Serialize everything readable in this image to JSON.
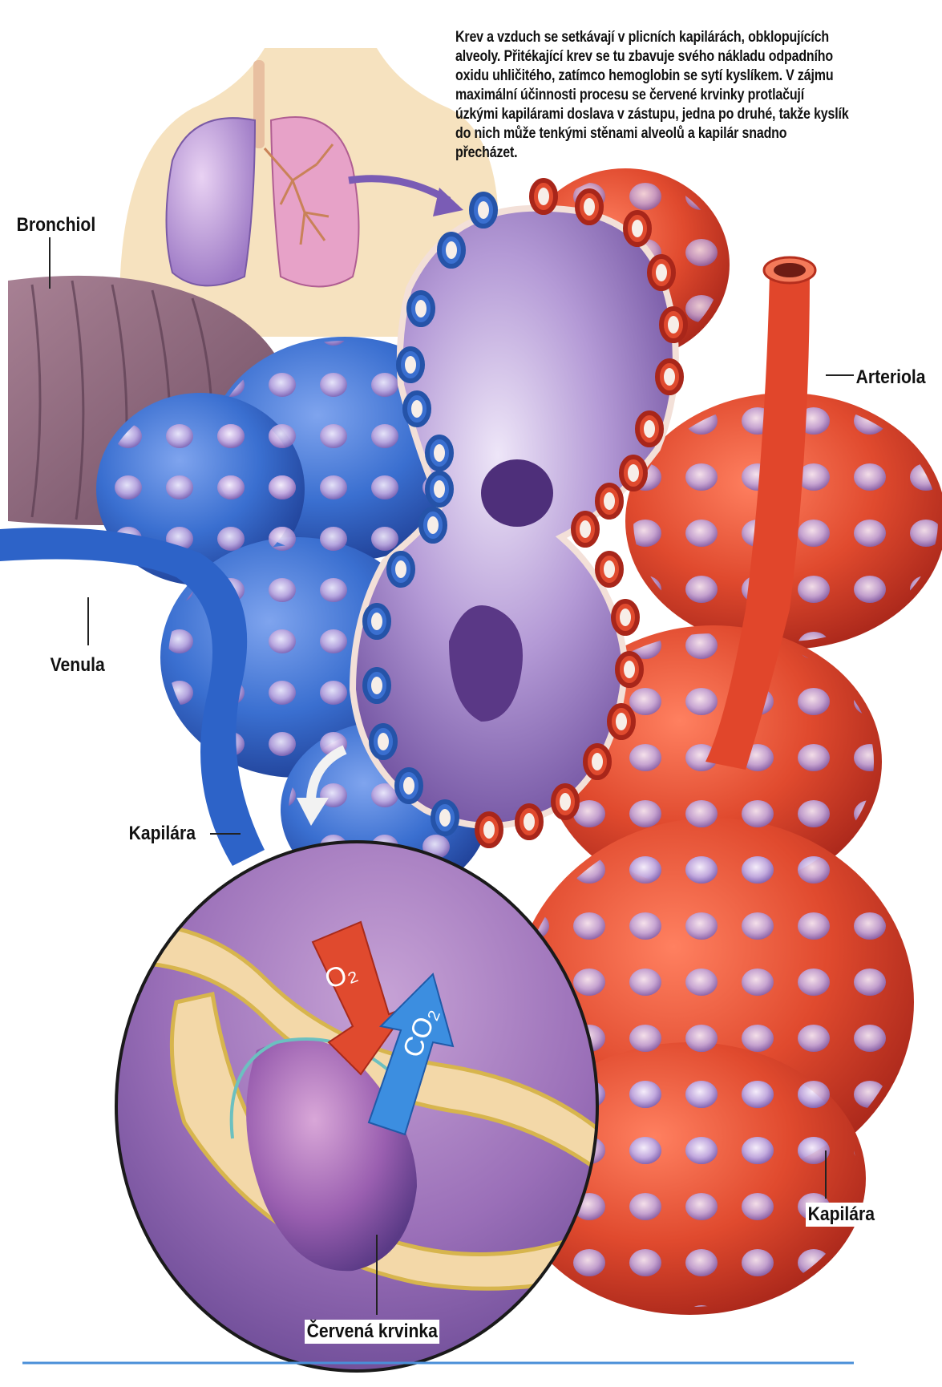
{
  "intro_text": "Krev a vzduch se setkávají v plicních kapilárách, obklopujících alveoly. Přitékající krev se tu zbavuje svého nákladu odpadního oxidu uhličitého, zatímco hemoglobin se sytí kyslíkem. V zájmu maximální účinnosti procesu se červené krvinky protlačují úzkými kapilárami doslava v zástupu, jedna po druhé, takže kyslík do nich může tenkými stěnami alveolů a kapilár snadno přecházet.",
  "labels": {
    "bronchiol": "Bronchiol",
    "arteriola": "Arteriola",
    "venula": "Venula",
    "kapilara_left": "Kapilára",
    "kapilara_right": "Kapilára",
    "cervena_krvinka": "Červená krvinka"
  },
  "gases": {
    "o2": "O₂",
    "co2": "CO₂"
  },
  "colors": {
    "venous_blue": "#3a6fd0",
    "arterial_red": "#e04a2e",
    "alveolus_purple": "#9a7fc2",
    "lung_pink": "#e7a2c8",
    "skin": "#f6e2bf",
    "bronchiole_mauve": "#8a6478",
    "baseline_blue": "#4a8fd8"
  }
}
